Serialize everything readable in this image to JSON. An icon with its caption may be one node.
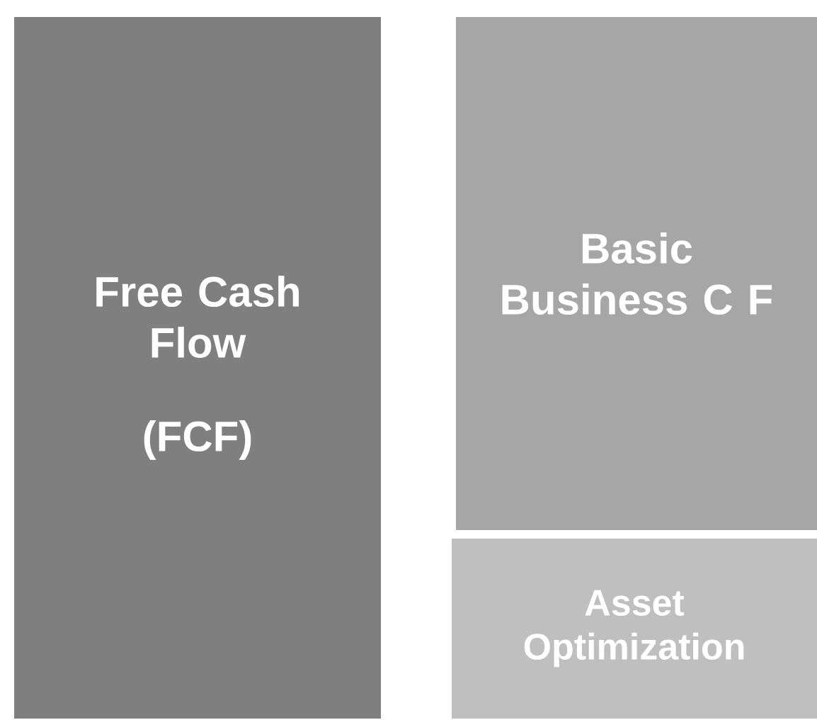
{
  "diagram": {
    "nodes": [
      {
        "text": [
          "Free Cash Flow",
          "(FCF)"
        ]
      },
      {
        "text": [
          "Basic Business C F"
        ]
      },
      {
        "text": [
          "Asset Optimization"
        ]
      }
    ]
  }
}
